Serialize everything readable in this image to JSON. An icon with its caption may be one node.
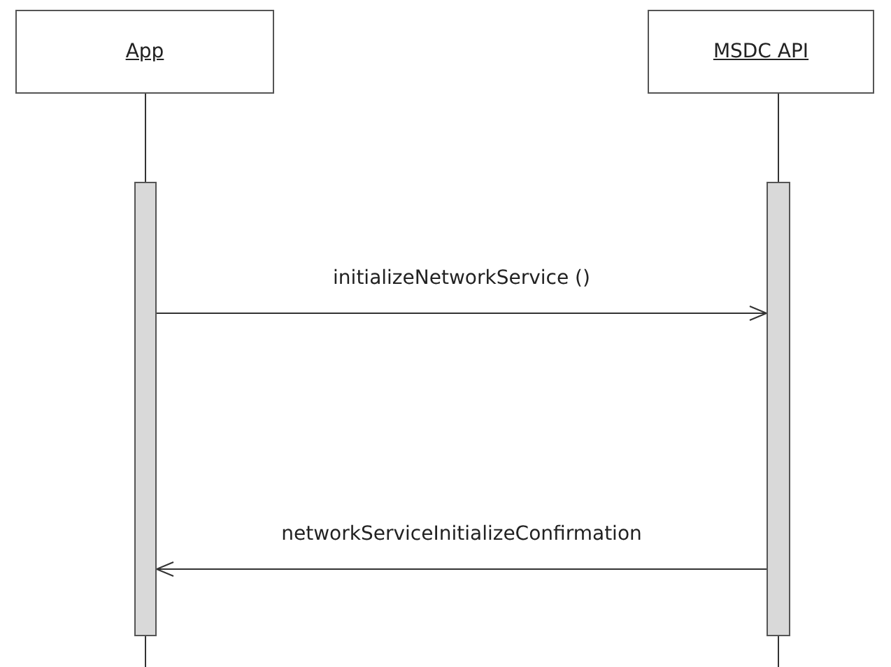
{
  "diagram": {
    "nodes": [
      {
        "text": [
          "App"
        ]
      },
      {
        "text": [
          "MSDC API"
        ]
      },
      {
        "text": [],
        "shape": "bar"
      },
      {
        "text": [],
        "shape": "bar"
      }
    ],
    "edges": [
      {
        "from": 0,
        "to": 2,
        "arrow": "none"
      },
      {
        "from": 1,
        "to": 3,
        "arrow": "none"
      },
      {
        "from": 2,
        "to": 3,
        "arrow": "to",
        "label": "initializeNetworkService ()"
      },
      {
        "from": 3,
        "to": 2,
        "arrow": "to",
        "label": "networkServiceInitializeConfirmation"
      }
    ]
  }
}
